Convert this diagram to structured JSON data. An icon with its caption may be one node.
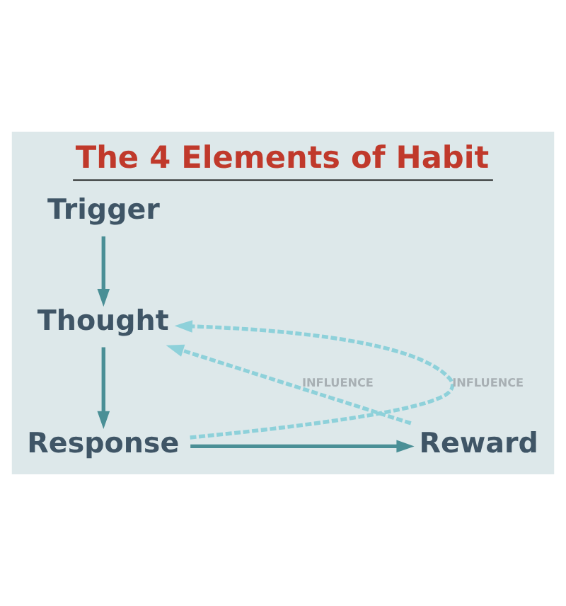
{
  "diagram": {
    "title": "The 4 Elements of Habit",
    "nodes": [
      {
        "text": [
          "Trigger"
        ]
      },
      {
        "text": [
          "Thought"
        ]
      },
      {
        "text": [
          "Response"
        ]
      },
      {
        "text": [
          "Reward"
        ]
      }
    ],
    "edges": [
      {
        "from": 0,
        "to": 1,
        "arrow": "to"
      },
      {
        "from": 1,
        "to": 2,
        "arrow": "to"
      },
      {
        "from": 2,
        "to": 3,
        "arrow": "to"
      },
      {
        "from": 3,
        "to": 1,
        "arrow": "to",
        "label": "INFLUENCE",
        "style": "dashed",
        "color": "#8ed1da"
      },
      {
        "from": 2,
        "to": 1,
        "arrow": "to",
        "label": "INFLUENCE",
        "style": "dashed",
        "color": "#8ed1da"
      }
    ]
  }
}
